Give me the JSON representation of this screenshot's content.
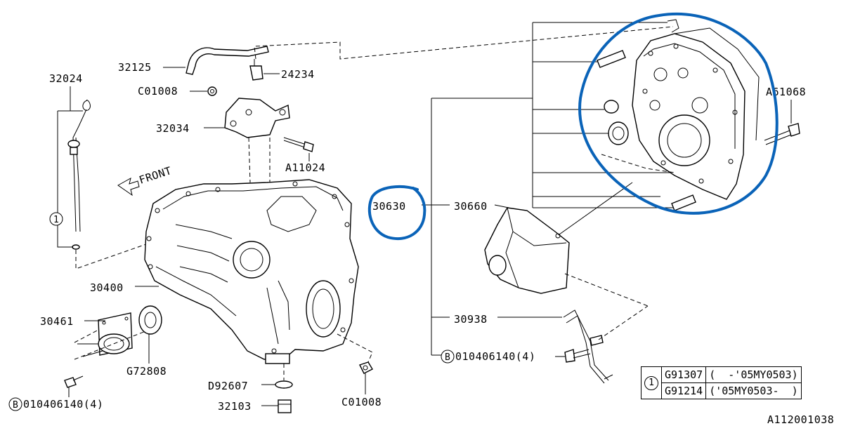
{
  "parts": {
    "p32024": "32024",
    "p32125": "32125",
    "p24234": "24234",
    "pC01008_top": "C01008",
    "p32034": "32034",
    "pA11024": "A11024",
    "front": "FRONT",
    "p30400": "30400",
    "p30461": "30461",
    "pG72808": "G72808",
    "b_bolt_left": "010406140(4)",
    "pD92607": "D92607",
    "p32103": "32103",
    "pC01008_bottom": "C01008",
    "p30630": "30630",
    "p30660": "30660",
    "p30938": "30938",
    "b_bolt_right": "010406140(4)",
    "pA61068": "A61068",
    "circle_b": "B",
    "circle_1": "1"
  },
  "notes_table": {
    "ref": "1",
    "rows": [
      {
        "part": "G91307",
        "range": "(  -'05MY0503)"
      },
      {
        "part": "G91214",
        "range": "('05MY0503-  )"
      }
    ]
  },
  "diagram_id": "A112001038",
  "annotation_color": "#0a63b8"
}
